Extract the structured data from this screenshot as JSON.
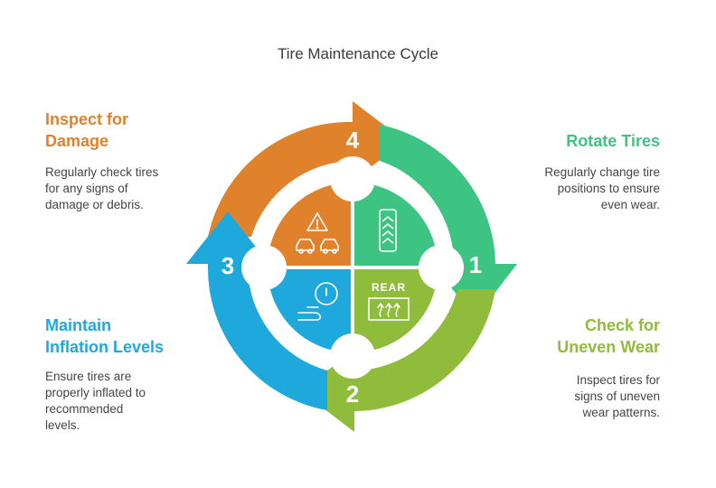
{
  "title": "Tire Maintenance Cycle",
  "colors": {
    "step1": "#3ec482",
    "step2": "#8fbd3b",
    "step3": "#1fa8dc",
    "step4": "#e0822c"
  },
  "steps": [
    {
      "number": "1",
      "heading_lines": [
        "Rotate Tires"
      ],
      "description_lines": [
        "Regularly change tire",
        "positions to ensure",
        "even wear."
      ],
      "icon": "tire-tread-icon"
    },
    {
      "number": "2",
      "heading_lines": [
        "Check for",
        "Uneven Wear"
      ],
      "description_lines": [
        "Inspect tires for",
        "signs of uneven",
        "wear patterns."
      ],
      "icon": "rear-defrost-icon",
      "icon_label": "REAR"
    },
    {
      "number": "3",
      "heading_lines": [
        "Maintain",
        "Inflation Levels"
      ],
      "description_lines": [
        "Ensure tires are",
        "properly inflated to",
        "recommended",
        "levels."
      ],
      "icon": "tire-pressure-icon"
    },
    {
      "number": "4",
      "heading_lines": [
        "Inspect for",
        "Damage"
      ],
      "description_lines": [
        "Regularly check tires",
        "for any signs of",
        "damage or debris."
      ],
      "icon": "collision-warning-icon"
    }
  ]
}
